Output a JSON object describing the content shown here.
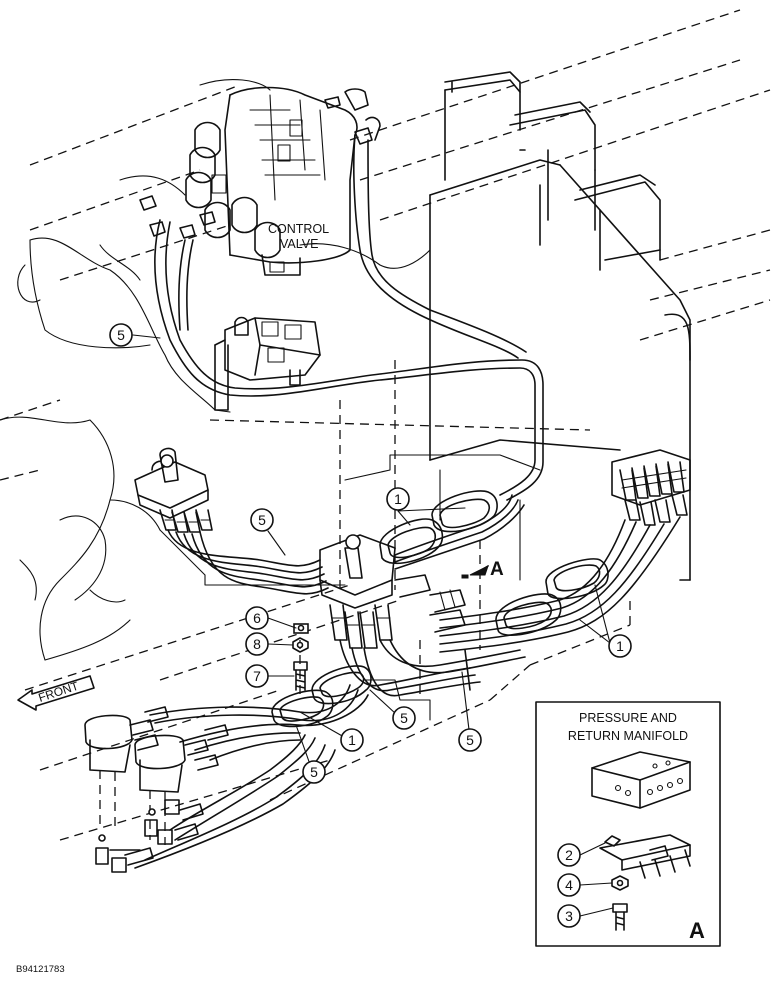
{
  "labels": {
    "control_valve_line1": "CONTROL",
    "control_valve_line2": "VALVE",
    "front": "FRONT",
    "view_marker": "A",
    "detail_title_line1": "PRESSURE AND",
    "detail_title_line2": "RETURN MANIFOLD",
    "detail_marker": "A",
    "figure_code": "B94121783"
  },
  "callouts": {
    "c5_top": "5",
    "c1_mid": "1",
    "c5_left": "5",
    "c6": "6",
    "c8": "8",
    "c7": "7",
    "c1_right": "1",
    "c5_center": "5",
    "c1_lower": "1",
    "c5_lower": "5",
    "c5_right": "5",
    "c2": "2",
    "c4": "4",
    "c3": "3"
  },
  "colors": {
    "line": "#111111",
    "background": "#ffffff"
  }
}
